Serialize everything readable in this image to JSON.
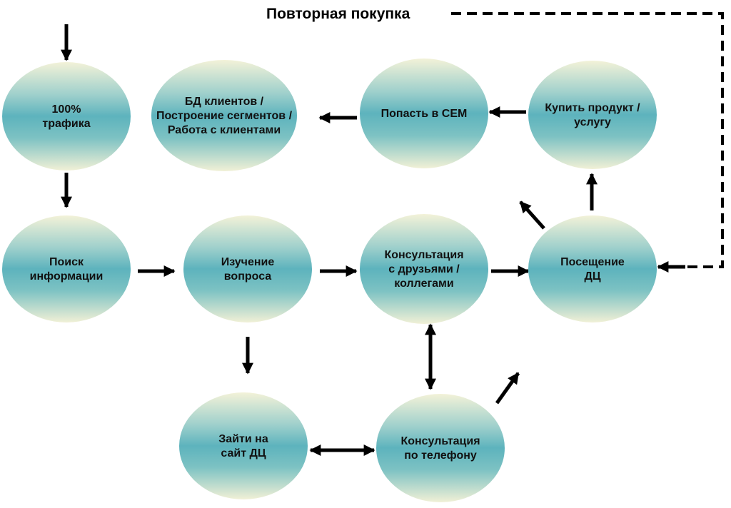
{
  "title": "Повторная покупка",
  "colors": {
    "node_center": "#5db3bd",
    "node_edge": "#f1f0d6",
    "arrow": "#000000",
    "text": "#111111"
  },
  "nodes": [
    {
      "id": "traffic",
      "lines": [
        "100%",
        "трафика"
      ]
    },
    {
      "id": "client-db",
      "lines": [
        "БД клиентов /",
        "Построение сегментов /",
        "Работа с клиентами"
      ]
    },
    {
      "id": "cem",
      "lines": [
        "Попасть в СЕМ"
      ]
    },
    {
      "id": "buy",
      "lines": [
        "Купить продукт /",
        "услугу"
      ]
    },
    {
      "id": "search",
      "lines": [
        "Поиск",
        "информации"
      ]
    },
    {
      "id": "study",
      "lines": [
        "Изучение",
        "вопроса"
      ]
    },
    {
      "id": "friends",
      "lines": [
        "Консультация",
        "с друзьями /",
        "коллегами"
      ]
    },
    {
      "id": "visit",
      "lines": [
        "Посещение",
        "ДЦ"
      ]
    },
    {
      "id": "website",
      "lines": [
        "Зайти на",
        "сайт ДЦ"
      ]
    },
    {
      "id": "phone",
      "lines": [
        "Консультация",
        "по телефону"
      ]
    }
  ],
  "edges": [
    {
      "from": "entry",
      "to": "traffic",
      "type": "solid"
    },
    {
      "from": "traffic",
      "to": "search",
      "type": "solid"
    },
    {
      "from": "search",
      "to": "study",
      "type": "solid"
    },
    {
      "from": "study",
      "to": "friends",
      "type": "solid"
    },
    {
      "from": "friends",
      "to": "visit",
      "type": "solid"
    },
    {
      "from": "study",
      "to": "website",
      "type": "solid"
    },
    {
      "from": "friends",
      "to": "phone",
      "type": "bidirectional"
    },
    {
      "from": "website",
      "to": "phone",
      "type": "bidirectional"
    },
    {
      "from": "phone",
      "to": "visit",
      "type": "solid"
    },
    {
      "from": "visit",
      "to": "buy",
      "type": "solid"
    },
    {
      "from": "visit",
      "to": "cem",
      "type": "solid"
    },
    {
      "from": "buy",
      "to": "cem",
      "type": "solid"
    },
    {
      "from": "cem",
      "to": "client-db",
      "type": "solid"
    },
    {
      "from": "buy",
      "to": "visit",
      "type": "dashed",
      "label": "Повторная покупка"
    }
  ]
}
